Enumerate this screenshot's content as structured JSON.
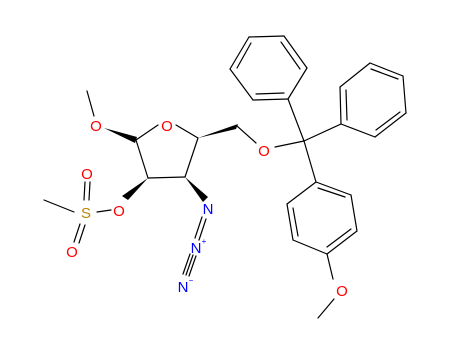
{
  "molecule": {
    "atoms": {
      "ring_oxygen": "O",
      "methoxy_oxygen": "O",
      "mesyl_ester_oxygen": "O",
      "mesyl_sulfur": "S",
      "mesyl_oxo_top": "O",
      "mesyl_oxo_bottom": "O",
      "ether_oxygen": "O",
      "azide_n1": "N",
      "azide_n2": "N",
      "azide_n3": "N",
      "aryl_methoxy_oxygen": "O"
    },
    "charges": {
      "azide_n2": "+",
      "azide_n3": "−"
    }
  },
  "colors": {
    "bond": "#000000",
    "oxygen": "#ff0000",
    "nitrogen": "#0000ff",
    "sulfur": "#b8860b"
  }
}
